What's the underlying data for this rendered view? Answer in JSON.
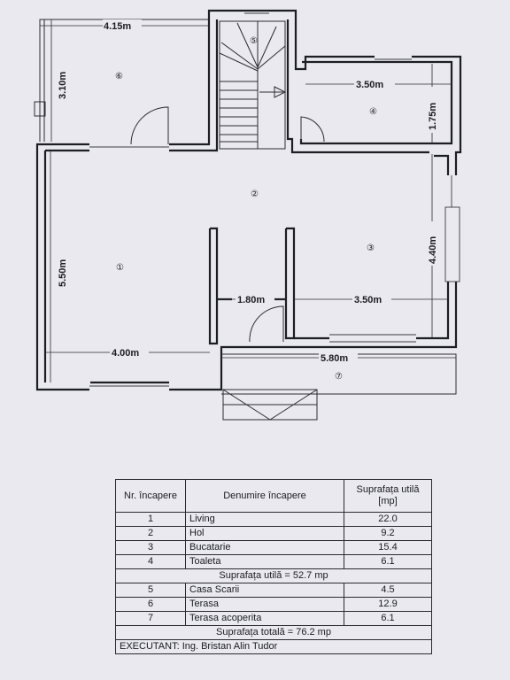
{
  "plan": {
    "dimensions": [
      "4.15m",
      "3.10m",
      "3.50m",
      "1.75m",
      "4.40m",
      "5.50m",
      "1.80m",
      "3.50m",
      "4.00m",
      "5.80m"
    ],
    "room_markers": [
      "①",
      "②",
      "③",
      "④",
      "⑤",
      "⑥",
      "⑦"
    ]
  },
  "table": {
    "headers": [
      "Nr. încapere",
      "Denumire încapere",
      "Suprafața utilă [mp]"
    ],
    "rows_group1": [
      {
        "nr": "1",
        "name": "Living",
        "area": "22.0"
      },
      {
        "nr": "2",
        "name": "Hol",
        "area": "9.2"
      },
      {
        "nr": "3",
        "name": "Bucatarie",
        "area": "15.4"
      },
      {
        "nr": "4",
        "name": "Toaleta",
        "area": "6.1"
      }
    ],
    "subtotal": "Suprafața utilă = 52.7 mp",
    "rows_group2": [
      {
        "nr": "5",
        "name": "Casa Scarii",
        "area": "4.5"
      },
      {
        "nr": "6",
        "name": "Terasa",
        "area": "12.9"
      },
      {
        "nr": "7",
        "name": "Terasa acoperita",
        "area": "6.1"
      }
    ],
    "total": "Suprafața totală = 76.2 mp",
    "executant": "EXECUTANT: Ing. Bristan Alin Tudor"
  }
}
